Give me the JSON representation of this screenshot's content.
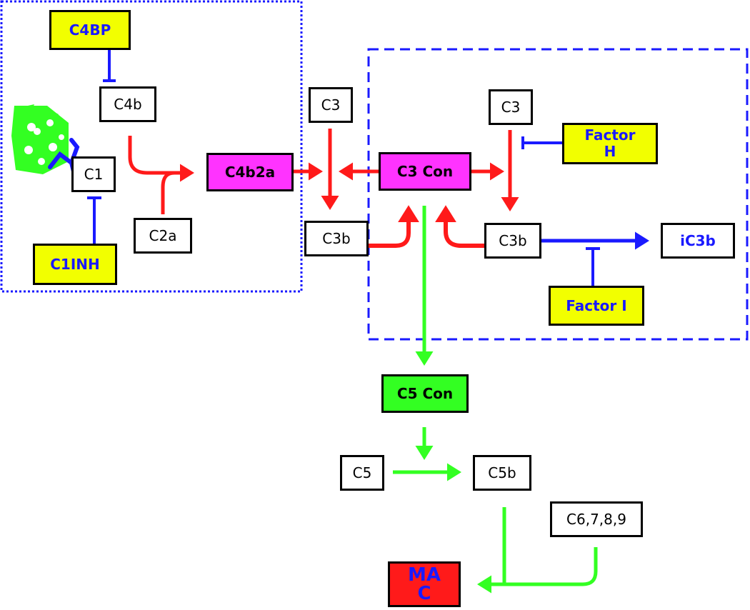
{
  "colors": {
    "activation": "#ff1a1a",
    "inhibition": "#1a1aff",
    "terminal": "#33ff22",
    "regulator_fill": "#f2ff00",
    "convertase_fill": "#ff33ff",
    "c5_convertase_fill": "#33ff22",
    "mac_fill": "#ff1a1a"
  },
  "icons": [
    "antigen-complex-icon",
    "antibody-icon"
  ],
  "nodes": {
    "c4bp": "C4BP",
    "c4b": "C4b",
    "c1": "C1",
    "c1inh": "C1INH",
    "c2a": "C2a",
    "c4b2a": "C4b2a",
    "c3_left": "C3",
    "c3b_left": "C3b",
    "c3con": "C3 Con",
    "c3_right": "C3",
    "factor_h": "Factor\nH",
    "c3b_right": "C3b",
    "ic3b": "iC3b",
    "factor_i": "Factor I",
    "c5con": "C5 Con",
    "c5": "C5",
    "c5b": "C5b",
    "c6789": "C6,7,8,9",
    "mac": "MA\nC"
  }
}
